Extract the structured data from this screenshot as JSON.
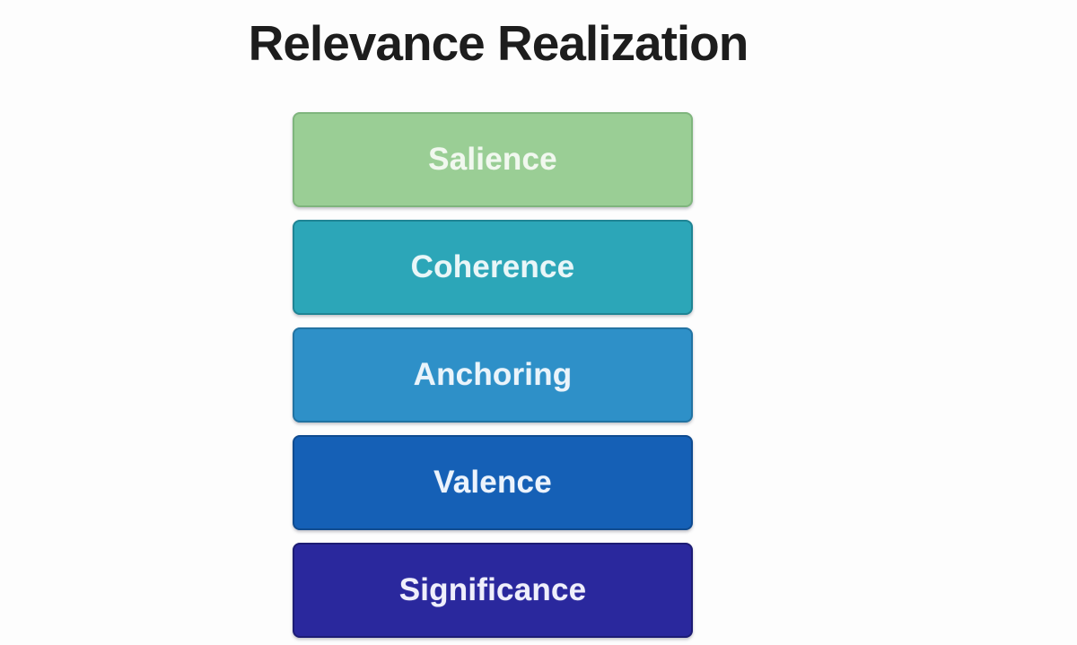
{
  "title": "Relevance Realization",
  "background_color": "#fdfdfd",
  "title_color": "#1d1d1d",
  "layers": [
    {
      "label": "Salience",
      "color": "#9ACE95",
      "border": "#7fb57d",
      "text_color": "#f1f8ef"
    },
    {
      "label": "Coherence",
      "color": "#2CA6B8",
      "border": "#1f8494",
      "text_color": "#e9f6f8"
    },
    {
      "label": "Anchoring",
      "color": "#2E90C8",
      "border": "#2273a2",
      "text_color": "#eaf4fb"
    },
    {
      "label": "Valence",
      "color": "#1560B6",
      "border": "#0f4b90",
      "text_color": "#ecf3fc"
    },
    {
      "label": "Significance",
      "color": "#2A289D",
      "border": "#1d1c74",
      "text_color": "#efeffb"
    }
  ]
}
